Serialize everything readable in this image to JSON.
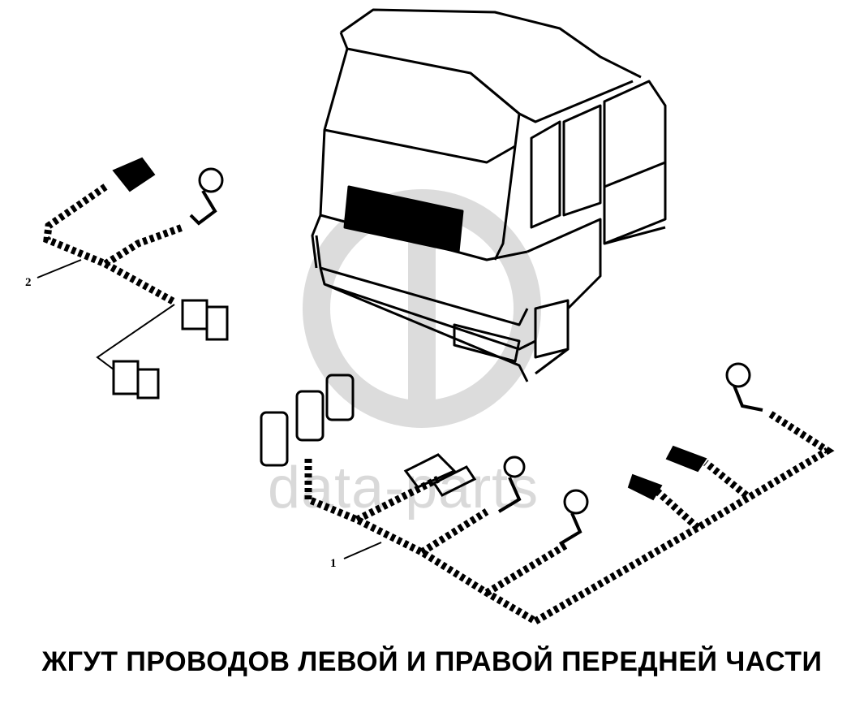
{
  "caption": "ЖГУТ ПРОВОДОВ ЛЕВОЙ И ПРАВОЙ ПЕРЕДНЕЙ ЧАСТИ",
  "callouts": {
    "one": "1",
    "two": "2"
  },
  "watermark": {
    "text": "data-parts",
    "color": "#d9d9d9"
  },
  "colors": {
    "line": "#000000",
    "background": "#ffffff"
  }
}
